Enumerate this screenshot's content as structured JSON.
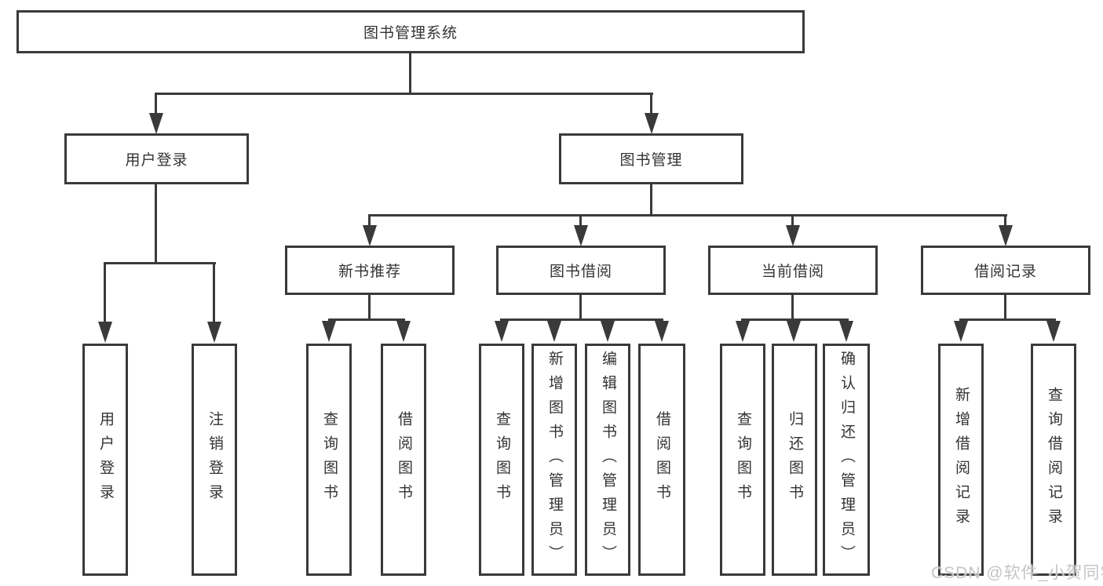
{
  "diagram": {
    "root": {
      "label": "图书管理系统",
      "children": [
        {
          "label": "用户登录",
          "children": [
            {
              "label": "用户登录"
            },
            {
              "label": "注销登录"
            }
          ]
        },
        {
          "label": "图书管理",
          "children": [
            {
              "label": "新书推荐",
              "children": [
                {
                  "label": "查询图书"
                },
                {
                  "label": "借阅图书"
                }
              ]
            },
            {
              "label": "图书借阅",
              "children": [
                {
                  "label": "查询图书"
                },
                {
                  "label": "新增图书（管理员）"
                },
                {
                  "label": "编辑图书（管理员）"
                },
                {
                  "label": "借阅图书"
                }
              ]
            },
            {
              "label": "当前借阅",
              "children": [
                {
                  "label": "查询图书"
                },
                {
                  "label": "归还图书"
                },
                {
                  "label": "确认归还（管理员）"
                }
              ]
            },
            {
              "label": "借阅记录",
              "children": [
                {
                  "label": "新增借阅记录"
                },
                {
                  "label": "查询借阅记录"
                }
              ]
            }
          ]
        }
      ]
    },
    "colors": {
      "line": "#3a3a3a",
      "text": "#333333",
      "box_fill": "#ffffff",
      "watermark": "#c5c5c5"
    }
  },
  "watermark": {
    "text": "CSDN @软件_小贺同学"
  }
}
